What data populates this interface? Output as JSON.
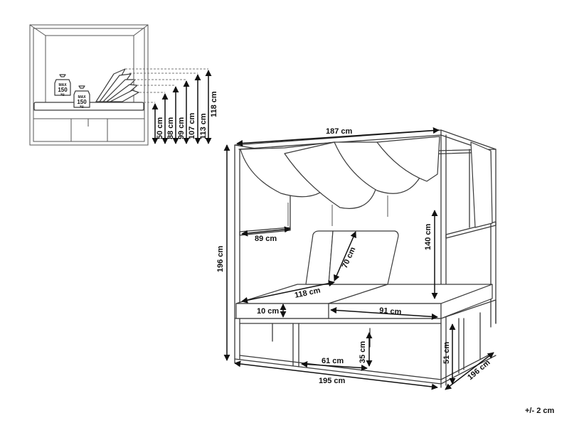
{
  "tolerance": "+/- 2 cm",
  "weight_badges": [
    {
      "max": "MAX",
      "value": "150",
      "unit": "kg"
    },
    {
      "max": "MAX",
      "value": "150",
      "unit": "kg"
    }
  ],
  "thumbnail_heights": [
    "50 cm",
    "88 cm",
    "99 cm",
    "107 cm",
    "113 cm",
    "118 cm"
  ],
  "dimensions": {
    "top_width": "187 cm",
    "total_height": "196 cm",
    "side_depth": "89 cm",
    "post_height": "140 cm",
    "backrest": "70 cm",
    "lounger_length": "118 cm",
    "cushion": "10 cm",
    "lounger_width": "91 cm",
    "leg_gap": "61 cm",
    "leg_clearance": "35 cm",
    "seat_height": "51 cm",
    "front_width": "195 cm",
    "depth": "196 cm"
  },
  "colors": {
    "line": "#3a3a3a",
    "dimension": "#111111",
    "background": "#ffffff"
  }
}
